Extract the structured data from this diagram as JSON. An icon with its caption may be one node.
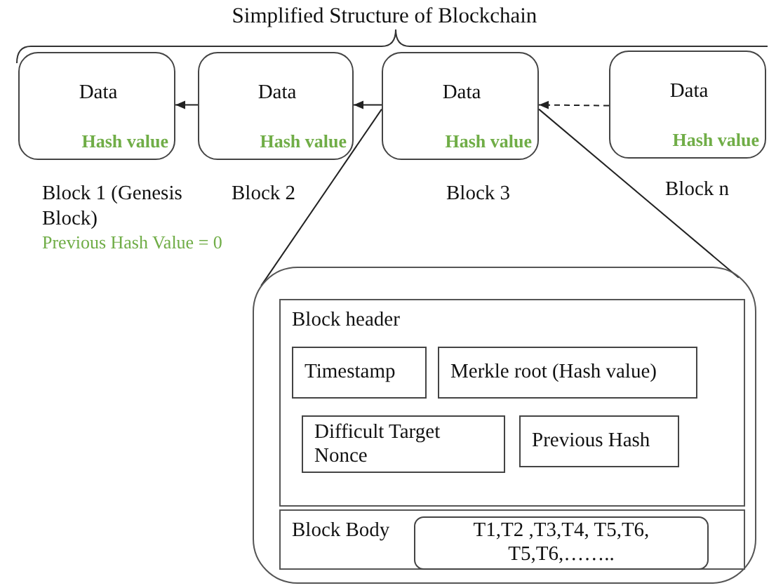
{
  "diagram": {
    "title": "Simplified Structure of Blockchain",
    "nodes": [
      {
        "text": [
          "Data",
          "Hash value"
        ],
        "beside": [
          "Block 1 (Genesis Block)",
          "Previous Hash Value = 0"
        ]
      },
      {
        "text": [
          "Data",
          "Hash value"
        ],
        "beside": [
          "Block 2"
        ]
      },
      {
        "text": [
          "Data",
          "Hash value"
        ],
        "beside": [
          "Block 3"
        ]
      },
      {
        "text": [
          "Data",
          "Hash value"
        ],
        "beside": [
          "Block n"
        ]
      },
      {
        "text": [],
        "shape": "box"
      },
      {
        "text": [
          "Block header"
        ],
        "in": 4
      },
      {
        "text": [
          "Timestamp"
        ],
        "in": 5
      },
      {
        "text": [
          "Merkle root (Hash value)"
        ],
        "in": 5
      },
      {
        "text": [
          "Difficult Target Nonce"
        ],
        "in": 5
      },
      {
        "text": [
          "Previous Hash"
        ],
        "in": 5
      },
      {
        "text": [
          "Block Body"
        ],
        "in": 4
      },
      {
        "text": [
          "T1,T2 ,T3,T4, T5,T6, T5,T6,…….."
        ],
        "in": 10
      }
    ],
    "edges": [
      {
        "from": 1,
        "to": 0,
        "arrow": "to"
      },
      {
        "from": 2,
        "to": 1,
        "arrow": "to"
      },
      {
        "from": 3,
        "to": 2,
        "arrow": "to",
        "style": "dashed"
      },
      {
        "from": 2,
        "to": 4,
        "arrow": "none"
      },
      {
        "from": 2,
        "to": 4,
        "arrow": "none"
      }
    ]
  }
}
